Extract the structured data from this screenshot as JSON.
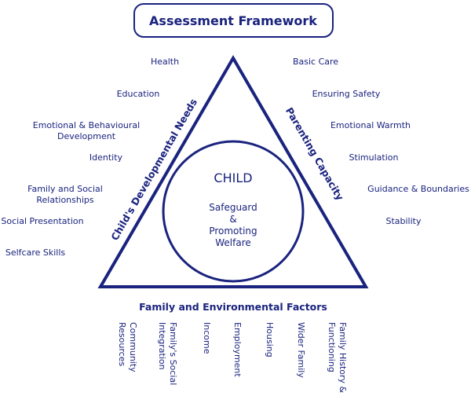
{
  "title": "Assessment Framework",
  "center": {
    "title": "CHILD",
    "line1": "Safeguard",
    "line2": "&",
    "line3": "Promoting",
    "line4": "Welfare"
  },
  "sides": {
    "left": "Child's Developmental Needs",
    "right": "Parenting Capacity",
    "bottom": "Family and Environmental Factors"
  },
  "left_items": [
    [
      "Health"
    ],
    [
      "Education"
    ],
    [
      "Emotional & Behavioural",
      "Development"
    ],
    [
      "Identity"
    ],
    [
      "Family and Social",
      "Relationships"
    ],
    [
      "Social Presentation"
    ],
    [
      "Selfcare Skills"
    ]
  ],
  "right_items": [
    "Basic Care",
    "Ensuring Safety",
    "Emotional Warmth",
    "Stimulation",
    "Guidance & Boundaries",
    "Stability"
  ],
  "bottom_items": [
    [
      "Community",
      "Resources"
    ],
    [
      "Family's Social",
      "Integration"
    ],
    [
      "Income"
    ],
    [
      "Employment"
    ],
    [
      "Housing"
    ],
    [
      "Wider Family"
    ],
    [
      "Family History &",
      "Functioning"
    ]
  ],
  "colors": {
    "primary": "#1a237e"
  }
}
